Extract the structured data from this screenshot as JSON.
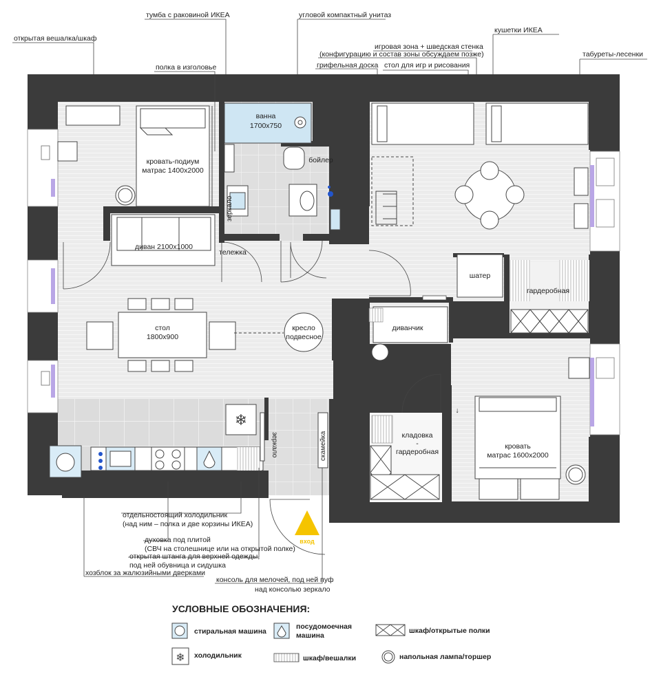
{
  "rooms": {
    "bed_podium": [
      "кровать-подиум",
      "матрас 1400х2000"
    ],
    "bath": [
      "ванна",
      "1700х750"
    ],
    "boiler": "бойлер",
    "mirror_bath": "зеркало",
    "sofa": "диван 2100х1000",
    "cart": "тележка",
    "table": [
      "стол",
      "1800х900"
    ],
    "armchair": [
      "кресло",
      "подвесное"
    ],
    "tent": "шатер",
    "wardrobe": "гардеробная",
    "small_sofa": "диванчик",
    "mirror_hall": "зеркало",
    "bench": "скамейка",
    "pantry": [
      "кладовка",
      "-",
      "гардеробная"
    ],
    "bed_main": [
      "кровать",
      "матрас 1600х2000"
    ],
    "entrance": "вход"
  },
  "callouts_top": {
    "hanger": "открытая вешалка/шкаф",
    "sink_cabinet": "тумба с раковиной ИКЕА",
    "head_shelf": "полка в изголовье",
    "toilet": "угловой компактный унитаз",
    "play_zone": "игровая зона + шведская стенка",
    "play_zone_note": "(конфигурацию и состав зоны обсуждаем позже)",
    "chalkboard": "грифельная доска",
    "play_table": "стол для игр и рисования",
    "loft_beds": "кушетки ИКЕА",
    "ladder_stools": "табуреты-лесенки"
  },
  "callouts_bottom": [
    "отдельностоящий холодильник",
    "(над ним – полка и две корзины ИКЕА)",
    "духовка под плитой",
    "(СВЧ на столешнице или на открытой полке)",
    "открытая штанга для верхней одежды,",
    "под ней обувница и сидушка",
    "хозблок за жалюзийными дверками",
    "консоль для мелочей, под ней пуф",
    "над консолью зеркало"
  ],
  "legend": {
    "title": "УСЛОВНЫЕ ОБОЗНАЧЕНИЯ:",
    "washer": "стиральная машина",
    "dishwasher": [
      "посудомоечная",
      "машина"
    ],
    "open_shelves": "шкаф/открытые полки",
    "fridge": "холодильник",
    "wardrobe_hangers": "шкаф/вешалки",
    "floor_lamp": "напольная лампа/торшер"
  },
  "colors": {
    "wall": "#3b3b3b",
    "floor_wood": "#e9e9e9",
    "tile": "#dcdcdc",
    "bath": "#cfe6f3",
    "window": "#b9a6e6",
    "icon_fill": "#d9ecf7",
    "entrance": "#f5c400"
  }
}
